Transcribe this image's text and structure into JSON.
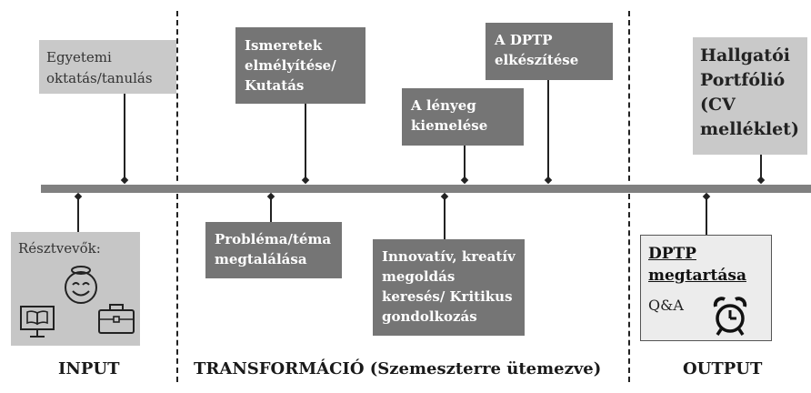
{
  "input_box": {
    "text": "Egyetemi\noktatás/tanulás"
  },
  "participants": {
    "label": "Résztvevők:",
    "icons": [
      "smiling-face-icon",
      "computer-book-icon",
      "briefcase-icon"
    ]
  },
  "transform_top": [
    {
      "text": "Ismeretek\nelmélyítése/\nKutatás"
    },
    {
      "text": "A lényeg\nkiemelése"
    },
    {
      "text": "A DPTP\nelkészítése"
    }
  ],
  "transform_bottom": [
    {
      "text": "Probléma/téma\nmegtalálása"
    },
    {
      "text": "Innovatív, kreatív\nmegoldás\nkeresés/ Kritikus\ngondolkozás"
    }
  ],
  "output_top": {
    "text": "Hallgatói\nPortfólió\n(CV\nmelléklet)"
  },
  "output_bottom": {
    "title": "DPTP\nmegtartása",
    "subtitle": "Q&A",
    "icon": "alarm-clock-icon"
  },
  "sections": {
    "input": "INPUT",
    "transformation": "TRANSFORMÁCIÓ (Szemeszterre ütemezve)",
    "output": "OUTPUT"
  }
}
